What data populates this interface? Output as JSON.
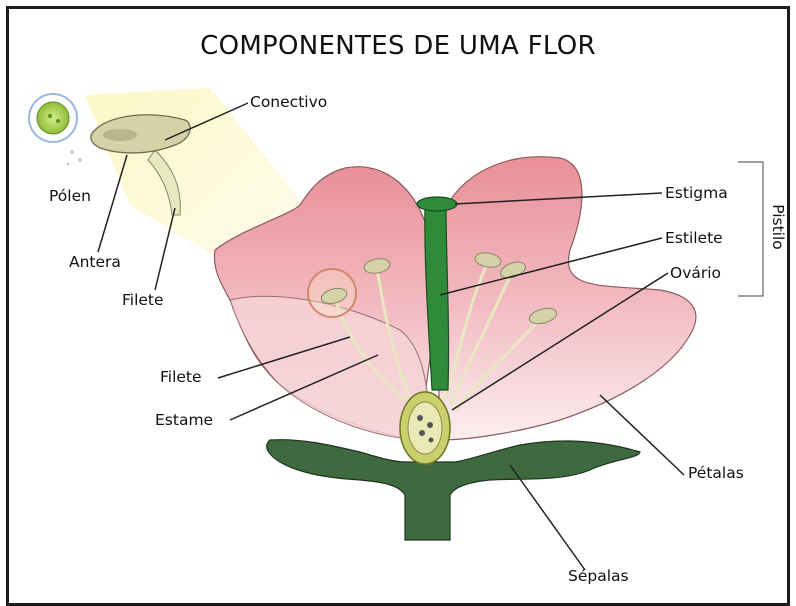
{
  "title": "COMPONENTES DE UMA FLOR",
  "labels": {
    "conectivo": "Conectivo",
    "polen": "Pólen",
    "antera": "Antera",
    "filete_detail": "Filete",
    "estigma": "Estigma",
    "estilete": "Estilete",
    "ovario": "Ovário",
    "pistilo": "Pistilo",
    "filete": "Filete",
    "estame": "Estame",
    "petalas": "Pétalas",
    "sepalas": "Sépalas"
  },
  "colors": {
    "petal": "#e98f98",
    "petal_light": "#f8dde0",
    "stem": "#3f6a3f",
    "pistil": "#2f8a3a",
    "filament": "#e8e8c0",
    "highlight": "#fbf7cc"
  }
}
